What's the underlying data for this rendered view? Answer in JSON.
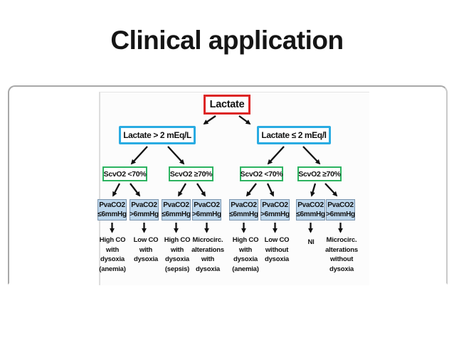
{
  "slide": {
    "title": "Clinical application"
  },
  "flowchart": {
    "root": {
      "label": "Lactate"
    },
    "branches": [
      {
        "label": "Lactate > 2 mEq/L"
      },
      {
        "label": "Lactate ≤ 2 mEq/l"
      }
    ],
    "scvo2": [
      {
        "label": "ScvO2 <70%"
      },
      {
        "label": "ScvO2 ≥70%"
      },
      {
        "label": "ScvO2 <70%"
      },
      {
        "label": "ScvO2 ≥70%"
      }
    ],
    "pvaco2": [
      {
        "param": "PvaCO2",
        "threshold": "≤6mmHg"
      },
      {
        "param": "PvaCO2",
        "threshold": ">6mmHg"
      },
      {
        "param": "PvaCO2",
        "threshold": "≤6mmHg"
      },
      {
        "param": "PvaCO2",
        "threshold": ">6mmHg"
      },
      {
        "param": "PvaCO2",
        "threshold": "≤6mmHg"
      },
      {
        "param": "PvaCO2",
        "threshold": ">6mmHg"
      },
      {
        "param": "PvaCO2",
        "threshold": "≤6mmHg"
      },
      {
        "param": "PvaCO2",
        "threshold": ">6mmHg"
      }
    ],
    "outcomes": [
      {
        "label": "High CO with dysoxia (anemia)"
      },
      {
        "label": "Low CO with dysoxia"
      },
      {
        "label": "High CO with dysoxia (sepsis)"
      },
      {
        "label": "Microcirc. alterations with dysoxia"
      },
      {
        "label": "High CO with dysoxia (anemia)"
      },
      {
        "label": "Low CO without dysoxia"
      },
      {
        "label": "Nl"
      },
      {
        "label": "Microcirc. alterations without dysoxia"
      }
    ],
    "colors": {
      "root_border": "#dd2626",
      "branch_border": "#29abe2",
      "scvo2_border": "#2cb360",
      "pvaco2_fill": "#bcd6ec",
      "pvaco2_border": "#7a94ae",
      "arrow": "#111111",
      "panel_border": "#a8a8a8"
    }
  }
}
